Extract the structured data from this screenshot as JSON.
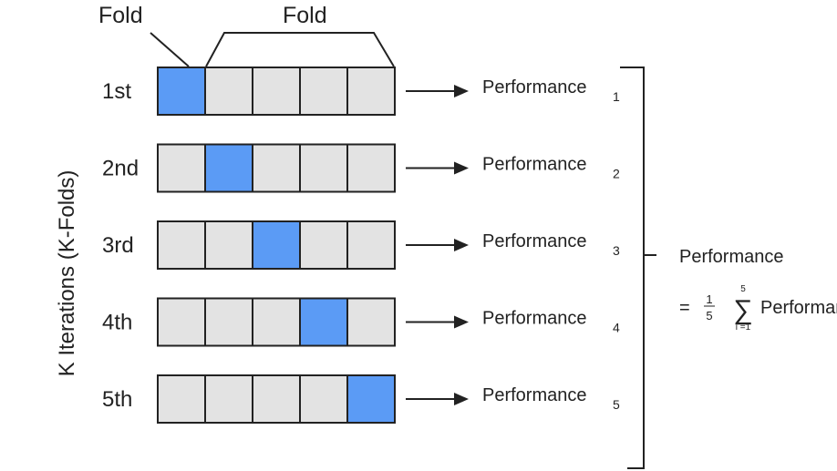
{
  "fold_labels": [
    "Fold",
    "Fold"
  ],
  "y_axis_label": "K Iterations (K-Folds)",
  "colors": {
    "test_fold": "#5b9bf5",
    "train_fold": "#e3e3e3",
    "line": "#222222"
  },
  "num_folds": 5,
  "iterations": [
    {
      "label": "1st",
      "test_index": 0,
      "perf_text": "Performance",
      "perf_sub": "1"
    },
    {
      "label": "2nd",
      "test_index": 1,
      "perf_text": "Performance",
      "perf_sub": "2"
    },
    {
      "label": "3rd",
      "test_index": 2,
      "perf_text": "Performance",
      "perf_sub": "3"
    },
    {
      "label": "4th",
      "test_index": 3,
      "perf_text": "Performance",
      "perf_sub": "4"
    },
    {
      "label": "5th",
      "test_index": 4,
      "perf_text": "Performance",
      "perf_sub": "5"
    }
  ],
  "aggregate": {
    "title": "Performance",
    "equals": "=",
    "frac_num": "1",
    "frac_den": "5",
    "sigma": "∑",
    "sigma_upper": "5",
    "sigma_lower": "i =1",
    "term": "Performance"
  }
}
